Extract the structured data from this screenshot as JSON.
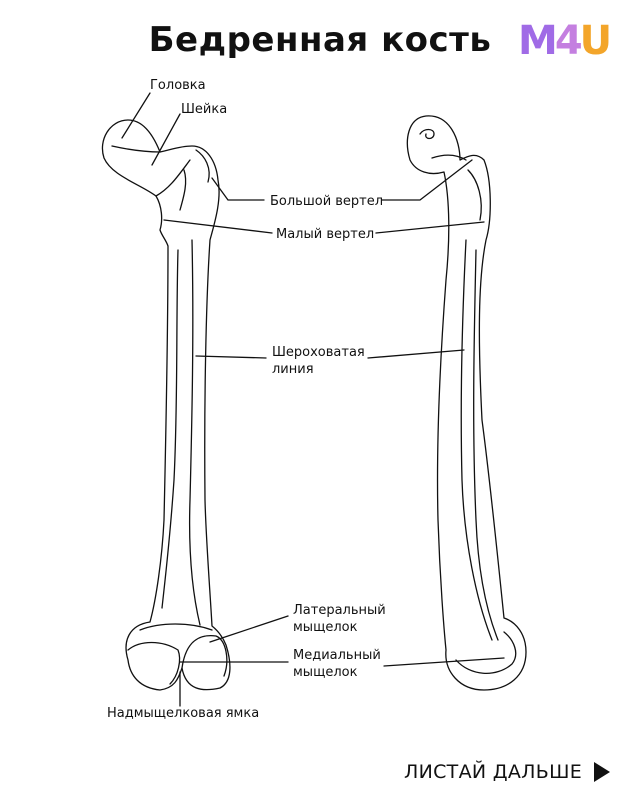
{
  "title": "Бедренная кость",
  "logo": {
    "part1": "M",
    "part2": "4",
    "part3": "U",
    "colors": {
      "m": "#a06be6",
      "four": "#c47fe0",
      "u": "#f3a52a"
    }
  },
  "labels": {
    "head": "Головка",
    "neck": "Шейка",
    "greater_trochanter": "Большой вертел",
    "lesser_trochanter": "Малый вертел",
    "linea_aspera_line1": "Шероховатая",
    "linea_aspera_line2": "линия",
    "lateral_condyle_line1": "Латеральный",
    "lateral_condyle_line2": "мыщелок",
    "medial_condyle_line1": "Медиальный",
    "medial_condyle_line2": "мыщелок",
    "intercondylar_fossa": "Надмыщелковая ямка"
  },
  "cta": {
    "label": "ЛИСТАЙ ДАЛЬШЕ",
    "icon": "play-arrow-icon"
  }
}
